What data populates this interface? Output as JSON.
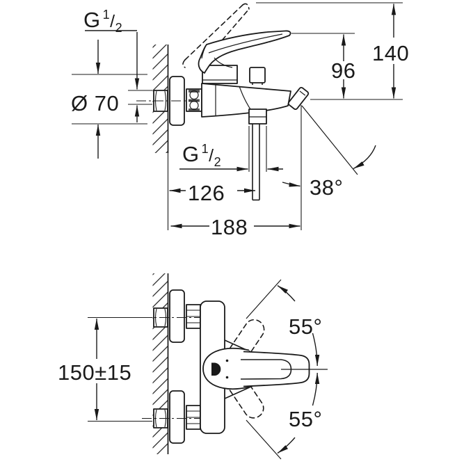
{
  "title": "bath-mixer-technical-drawing",
  "colors": {
    "line": "#1a1a1a",
    "background": "#ffffff"
  },
  "figure_top": {
    "labels": {
      "wall_thread": {
        "base": "G",
        "numerator": "1",
        "divider": "/",
        "denominator": "2"
      },
      "escutcheon_diameter": "Ø 70",
      "lever_height": "96",
      "total_height": "140",
      "spout_angle": "38°",
      "hose_thread": {
        "base": "G",
        "numerator": "1",
        "divider": "/",
        "denominator": "2"
      },
      "hose_depth": "126",
      "total_depth": "188"
    }
  },
  "figure_bottom": {
    "labels": {
      "mounting_distance": "150±15",
      "lever_swivel_upper": "55°",
      "lever_swivel_lower": "55°"
    }
  }
}
